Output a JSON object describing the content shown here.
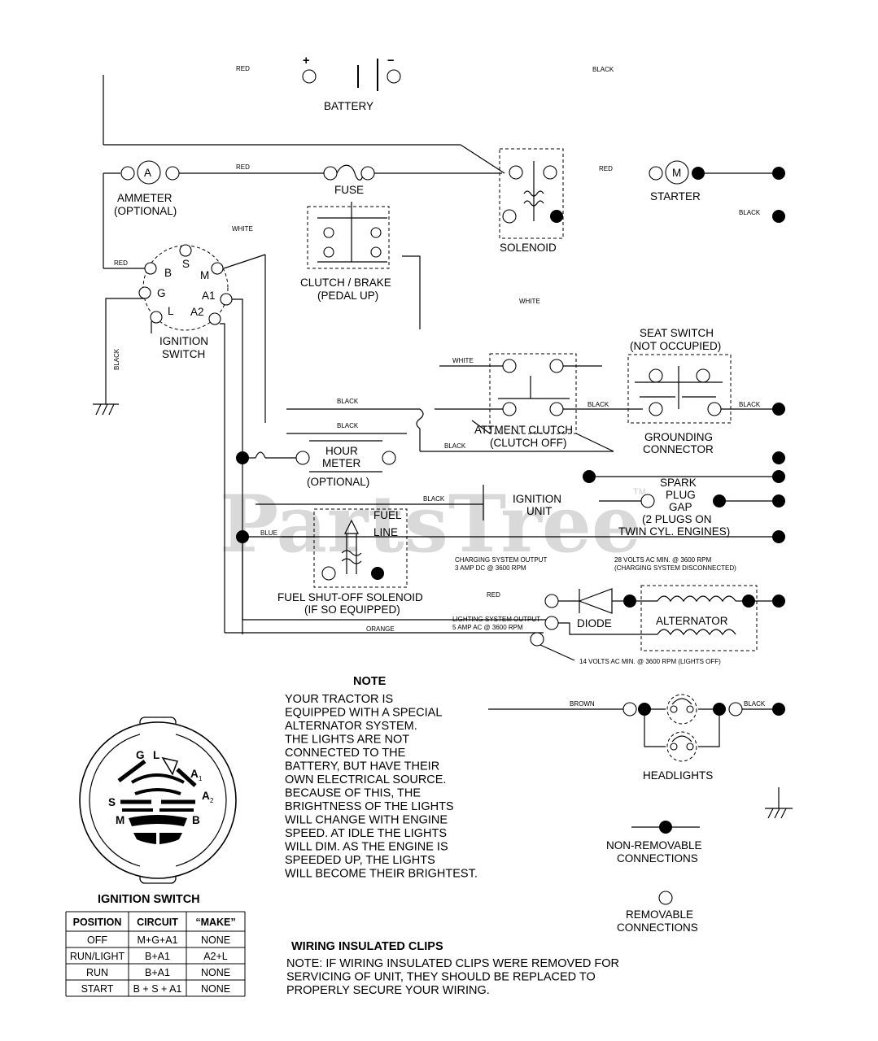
{
  "watermark": {
    "text": "PartsTree",
    "tm": "TM"
  },
  "labels": {
    "plus": "+",
    "minus": "−",
    "battery": "BATTERY",
    "ammeter_a": "A",
    "ammeter_line1": "AMMETER",
    "ammeter_line2": "(OPTIONAL)",
    "fuse": "FUSE",
    "solenoid": "SOLENOID",
    "starter_m": "M",
    "starter": "STARTER",
    "clutch_line1": "CLUTCH / BRAKE",
    "clutch_line2": "(PEDAL UP)",
    "ign_b": "B",
    "ign_s": "S",
    "ign_m": "M",
    "ign_g": "G",
    "ign_a1": "A1",
    "ign_l": "L",
    "ign_a2": "A2",
    "ignition_line1": "IGNITION",
    "ignition_line2": "SWITCH",
    "seat_line1": "SEAT SWITCH",
    "seat_line2": "(NOT OCCUPIED)",
    "attment_line1": "ATTMENT CLUTCH",
    "attment_line2": "(CLUTCH OFF)",
    "grounding_line1": "GROUNDING",
    "grounding_line2": "CONNECTOR",
    "hour_line1": "HOUR",
    "hour_line2": "METER",
    "hour_line3": "(OPTIONAL)",
    "ign_unit_line1": "IGNITION",
    "ign_unit_line2": "UNIT",
    "spark_line1": "SPARK",
    "spark_line2": "PLUG",
    "spark_line3": "GAP",
    "spark_line4": "(2 PLUGS ON",
    "spark_line5": "TWIN CYL. ENGINES)",
    "fuel_line1": "FUEL",
    "fuel_line2": "LINE",
    "fuelsol_line1": "FUEL SHUT-OFF SOLENOID",
    "fuelsol_line2": "(IF SO EQUIPPED)",
    "charging_line1": "CHARGING SYSTEM OUTPUT",
    "charging_line2": "3 AMP DC @ 3600 RPM",
    "volts28_line1": "28 VOLTS AC MIN. @ 3600 RPM",
    "volts28_line2": "(CHARGING SYSTEM DISCONNECTED)",
    "diode": "DIODE",
    "alternator": "ALTERNATOR",
    "lighting_line1": "LIGHTING SYSTEM OUTPUT",
    "lighting_line2": "5 AMP AC @ 3600 RPM",
    "volts14": "14 VOLTS AC MIN. @ 3600 RPM (LIGHTS OFF)",
    "headlights": "HEADLIGHTS",
    "nonrem_line1": "NON-REMOVABLE",
    "nonrem_line2": "CONNECTIONS",
    "rem_line1": "REMOVABLE",
    "rem_line2": "CONNECTIONS"
  },
  "wires": {
    "red": "RED",
    "black": "BLACK",
    "white": "WHITE",
    "blue": "BLUE",
    "orange": "ORANGE",
    "brown": "BROWN"
  },
  "note": {
    "title": "NOTE",
    "lines": [
      "YOUR TRACTOR IS",
      "EQUIPPED WITH A SPECIAL",
      "ALTERNATOR SYSTEM.",
      "THE LIGHTS ARE NOT",
      "CONNECTED TO THE",
      "BATTERY, BUT HAVE THEIR",
      "OWN ELECTRICAL SOURCE.",
      "BECAUSE OF THIS, THE",
      "BRIGHTNESS OF THE LIGHTS",
      "WILL CHANGE WITH ENGINE",
      "SPEED.  AT IDLE THE LIGHTS",
      "WILL DIM.  AS THE ENGINE IS",
      "SPEEDED UP, THE LIGHTS",
      "WILL BECOME THEIR BRIGHTEST."
    ]
  },
  "ignition_face": {
    "g": "G",
    "l": "L",
    "a1": "A",
    "a1_sub": "1",
    "s": "S",
    "a2": "A",
    "a2_sub": "2",
    "m": "M",
    "b": "B"
  },
  "ignition_table": {
    "title": "IGNITION SWITCH",
    "headers": [
      "POSITION",
      "CIRCUIT",
      "“MAKE”"
    ],
    "rows": [
      [
        "OFF",
        "M+G+A1",
        "NONE"
      ],
      [
        "RUN/LIGHT",
        "B+A1",
        "A2+L"
      ],
      [
        "RUN",
        "B+A1",
        "NONE"
      ],
      [
        "START",
        "B + S + A1",
        "NONE"
      ]
    ]
  },
  "clips": {
    "title": "WIRING INSULATED CLIPS",
    "lines": [
      "NOTE: IF WIRING INSULATED CLIPS WERE REMOVED FOR",
      "SERVICING OF UNIT, THEY SHOULD BE REPLACED TO",
      "PROPERLY SECURE YOUR WIRING."
    ]
  }
}
